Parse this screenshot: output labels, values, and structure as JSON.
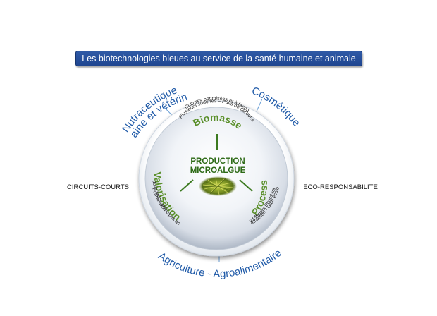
{
  "banner": {
    "text": "Les biotechnologies bleues au service de la santé humaine et animale"
  },
  "outer_arcs": {
    "nutraceutique_line1": "Nutraceutique",
    "nutraceutique_line2": "humaine et vétérinaire",
    "cosmetique": "Cosmétique",
    "agriculture": "Agriculture - Agroalimentaire"
  },
  "side_labels": {
    "left": "CIRCUITS-COURTS",
    "right": "ECO-RESPONSABILITE"
  },
  "center": {
    "title_line1": "PRODUCTION",
    "title_line2": "MICROALGUE"
  },
  "sectors": {
    "biomasse": {
      "title": "Biomasse",
      "detail_line1": "Cultures optimisées et à façon",
      "detail_line2": "Plusieurs souches – Puits de carbone"
    },
    "valorisation": {
      "title": "Valorisation",
      "detail_line1": "Produits finis – Principes actifs",
      "detail_line2": "Formulation"
    },
    "process": {
      "title": "Process",
      "detail_line1": "Energy Efficient Photobioreactor",
      "detail_line2": "Eco-extraction - Gain écologique"
    }
  },
  "colors": {
    "banner": "#234c97",
    "outer_text": "#1f5aa8",
    "sector_text": "#5a8f2a",
    "center_text": "#2d6a16",
    "divider_blue": "#6a9fd6",
    "divider_green": "#3c7a20"
  }
}
